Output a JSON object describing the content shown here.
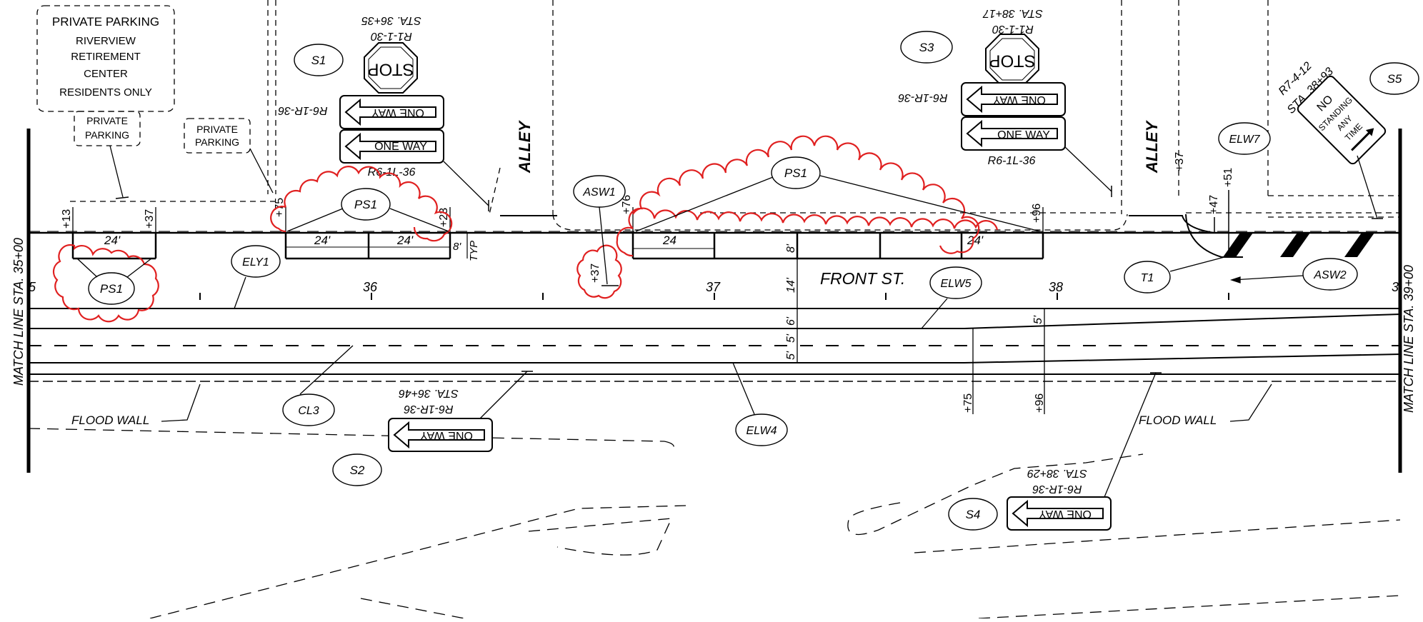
{
  "match_line_left": "MATCH LINE STA. 35+00",
  "match_line_right": "MATCH LINE STA. 39+00",
  "street_name": "FRONT ST.",
  "alley_label": "ALLEY",
  "flood_wall_label": "FLOOD WALL",
  "typ_label": "TYP",
  "stations": [
    "5",
    "36",
    "37",
    "38",
    "3"
  ],
  "private_parking_sign": [
    "PRIVATE PARKING",
    "RIVERVIEW",
    "RETIREMENT",
    "CENTER",
    "RESIDENTS ONLY"
  ],
  "private_parking_small": [
    "PRIVATE",
    "PARKING"
  ],
  "sign_text": {
    "stop": "STOP",
    "one_way": "ONE WAY",
    "no_standing": [
      "NO",
      "STANDING",
      "ANY",
      "TIME"
    ]
  },
  "sign_codes": {
    "s1_stop_code": "R1-1-30",
    "s1_stop_sta": "STA. 36+35",
    "s1_oneway_right_code": "R6-1R-36",
    "s1_oneway_left_code": "R6-1L-36",
    "s3_stop_code": "R1-1-30",
    "s3_stop_sta": "STA. 38+17",
    "s3_oneway_right_code": "R6-1R-36",
    "s3_oneway_left_code": "R6-1L-36",
    "s2_code": "R6-1R-36",
    "s2_sta": "STA. 36+46",
    "s4_code": "R6-1R-36",
    "s4_sta": "STA. 38+29",
    "s5_code": "R7-4-12",
    "s5_sta": "STA. 38+93"
  },
  "callouts": {
    "s1": "S1",
    "s2": "S2",
    "s3": "S3",
    "s4": "S4",
    "s5": "S5",
    "ps1": "PS1",
    "ely1": "ELY1",
    "elw4": "ELW4",
    "elw5": "ELW5",
    "elw7": "ELW7",
    "cl3": "CL3",
    "asw1": "ASW1",
    "asw2": "ASW2",
    "t1": "T1"
  },
  "dimensions": {
    "stall_24": "24'",
    "stall_24_short": "24",
    "d8": "8'",
    "d14": "14'",
    "d6": "6'",
    "d5": "5'"
  },
  "station_offsets": {
    "p13": "+13",
    "p37": "+37",
    "p75": "+75",
    "p23": "+23",
    "p76": "+76",
    "p96": "+96",
    "p47": "+47",
    "p51": "+51"
  },
  "colors": {
    "linework": "#000000",
    "revision_cloud": "#e02020"
  }
}
